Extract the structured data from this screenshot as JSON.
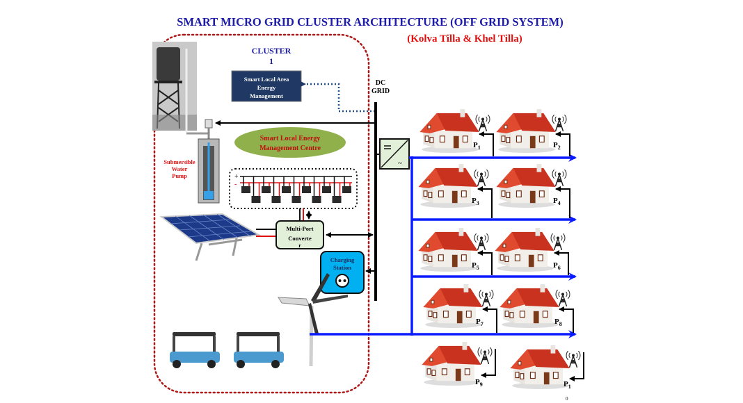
{
  "title": "SMART MICRO GRID CLUSTER ARCHITECTURE (OFF GRID SYSTEM)",
  "subtitle": "(Kolva Tilla & Khel Tilla)",
  "cluster": {
    "line1": "CLUSTER",
    "line2": "1"
  },
  "slaem": {
    "line1": "Smart Local Area",
    "line2": "Energy",
    "line3": "Management"
  },
  "dc_grid": {
    "line1": "DC",
    "line2": "GRID"
  },
  "slemc": {
    "line1": "Smart Local Energy",
    "line2": "Management Centre"
  },
  "pump": {
    "line1": "Submersible",
    "line2": "Water",
    "line3": "Pump"
  },
  "battery": {
    "plus": "+",
    "minus": "-"
  },
  "converter": {
    "line1": "Multi-Port",
    "line2": "Converte",
    "line3": "r"
  },
  "charging": {
    "line1": "Charging",
    "line2": "Station"
  },
  "colors": {
    "title": "#1c1ca8",
    "subtitle": "#e01010",
    "bus": "#0a1cff",
    "roof": "#c8321e",
    "navy": "#1f3864",
    "ellipse": "#8fb04a",
    "charging": "#00b0f0",
    "converter": "#e2efd9"
  },
  "houses": [
    {
      "label": "P",
      "sub": "1"
    },
    {
      "label": "P",
      "sub": "2"
    },
    {
      "label": "P",
      "sub": "3"
    },
    {
      "label": "P",
      "sub": "4"
    },
    {
      "label": "P",
      "sub": "5"
    },
    {
      "label": "P",
      "sub": "6"
    },
    {
      "label": "P",
      "sub": "7"
    },
    {
      "label": "P",
      "sub": "8"
    },
    {
      "label": "P",
      "sub": "9"
    },
    {
      "label": "P",
      "sub": "1",
      "sub2": "0"
    }
  ]
}
